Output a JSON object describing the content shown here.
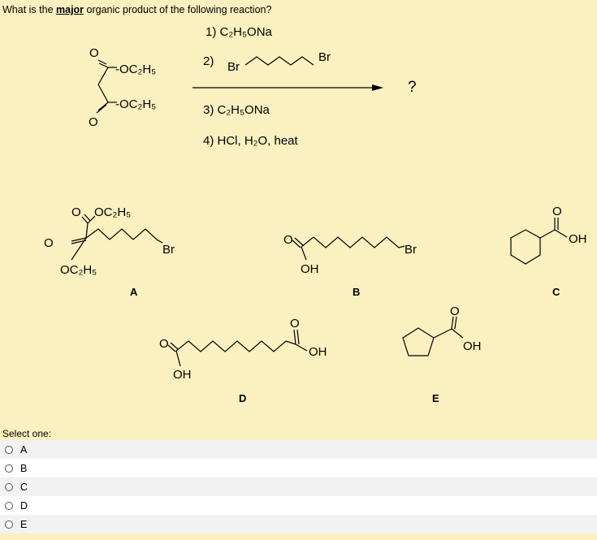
{
  "question": {
    "prefix": "What is the ",
    "emphasis": "major",
    "suffix": " organic product of the following reaction?"
  },
  "reaction": {
    "step1": "1) C₂H₅ONa",
    "step2_prefix": "2)",
    "step2_br_left": "Br",
    "step2_br_right": "Br",
    "step3": "3) C₂H₅ONa",
    "step4": "4) HCl, H₂O, heat",
    "product": "?",
    "reactant_oet1": "-OC₂H₅",
    "reactant_oet2": "-OC₂H₅",
    "reactant_o1": "O",
    "reactant_o2": "O"
  },
  "choices_art": {
    "A": {
      "label": "A",
      "o1": "O",
      "oet1": "OC₂H₅",
      "o2": "O",
      "oet2": "OC₂H₅",
      "br": "Br"
    },
    "B": {
      "label": "B",
      "o": "O",
      "oh": "OH",
      "br": "Br"
    },
    "C": {
      "label": "C",
      "o": "O",
      "oh": "OH"
    },
    "D": {
      "label": "D",
      "o1": "O",
      "oh1": "OH",
      "o2": "O",
      "oh2": "OH"
    },
    "E": {
      "label": "E",
      "o": "O",
      "oh": "OH"
    }
  },
  "select_label": "Select one:",
  "options": [
    {
      "label": "A"
    },
    {
      "label": "B"
    },
    {
      "label": "C"
    },
    {
      "label": "D"
    },
    {
      "label": "E"
    }
  ]
}
